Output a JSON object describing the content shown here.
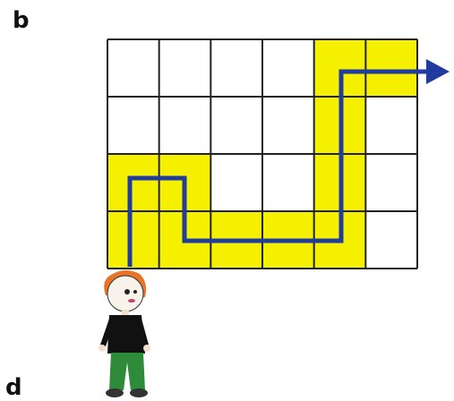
{
  "labels": {
    "top": "b",
    "bottom": "d"
  },
  "grid": {
    "rows": 4,
    "cols": 6,
    "highlight_color": "#f5f000",
    "line_color": "#222222",
    "highlighted_cells": [
      [
        0,
        4
      ],
      [
        0,
        5
      ],
      [
        1,
        4
      ],
      [
        2,
        0
      ],
      [
        2,
        1
      ],
      [
        2,
        4
      ],
      [
        3,
        0
      ],
      [
        3,
        1
      ],
      [
        3,
        2
      ],
      [
        3,
        3
      ],
      [
        3,
        4
      ]
    ]
  },
  "path": {
    "color": "#1f3c9e",
    "description_icon": "arrow-right-icon"
  },
  "character": {
    "icon": "child-figure-icon"
  }
}
